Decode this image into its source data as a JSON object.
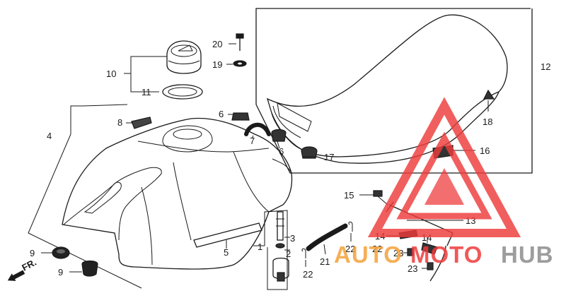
{
  "diagram": {
    "parts": [
      {
        "id": "p1",
        "label": "1"
      },
      {
        "id": "p2",
        "label": "2"
      },
      {
        "id": "p3",
        "label": "3"
      },
      {
        "id": "p4",
        "label": "4"
      },
      {
        "id": "p5",
        "label": "5"
      },
      {
        "id": "p6a",
        "label": "6"
      },
      {
        "id": "p6b",
        "label": "6"
      },
      {
        "id": "p7",
        "label": "7"
      },
      {
        "id": "p8",
        "label": "8"
      },
      {
        "id": "p9a",
        "label": "9"
      },
      {
        "id": "p9b",
        "label": "9"
      },
      {
        "id": "p10",
        "label": "10"
      },
      {
        "id": "p11",
        "label": "11"
      },
      {
        "id": "p12",
        "label": "12"
      },
      {
        "id": "p13",
        "label": "13"
      },
      {
        "id": "p14a",
        "label": "14"
      },
      {
        "id": "p14b",
        "label": "14"
      },
      {
        "id": "p15",
        "label": "15"
      },
      {
        "id": "p16",
        "label": "16"
      },
      {
        "id": "p17",
        "label": "17"
      },
      {
        "id": "p18",
        "label": "18"
      },
      {
        "id": "p19",
        "label": "19"
      },
      {
        "id": "p20",
        "label": "20"
      },
      {
        "id": "p21",
        "label": "21"
      },
      {
        "id": "p22a",
        "label": "22"
      },
      {
        "id": "p22b",
        "label": "22"
      },
      {
        "id": "p22c",
        "label": "22"
      },
      {
        "id": "p23a",
        "label": "23"
      },
      {
        "id": "p23b",
        "label": "23"
      }
    ],
    "direction_marker": "FR."
  },
  "watermark": {
    "part1": "AUTO",
    "part2": "MOTO",
    "part3": "HUB",
    "colors": {
      "red": "#ee3b3b",
      "orange": "#f4a23a",
      "gray": "#8c8c8c"
    }
  }
}
